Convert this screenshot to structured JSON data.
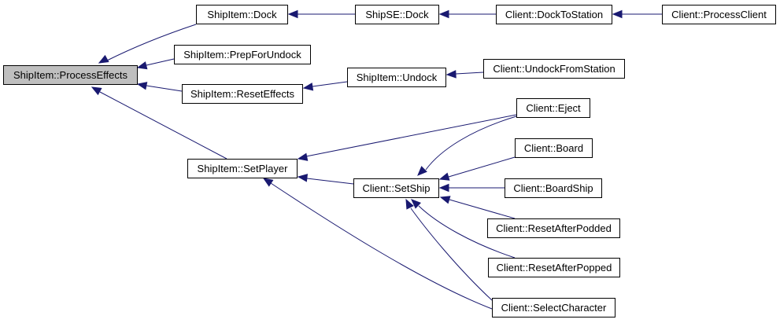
{
  "graph": {
    "node_labels": {
      "process_effects": "ShipItem::ProcessEffects",
      "dock": "ShipItem::Dock",
      "prep_for_undock": "ShipItem::PrepForUndock",
      "reset_effects": "ShipItem::ResetEffects",
      "set_player": "ShipItem::SetPlayer",
      "shipse_dock": "ShipSE::Dock",
      "dock_to_station": "Client::DockToStation",
      "process_client": "Client::ProcessClient",
      "undock": "ShipItem::Undock",
      "undock_from_station": "Client::UndockFromStation",
      "set_ship": "Client::SetShip",
      "eject": "Client::Eject",
      "board": "Client::Board",
      "board_ship": "Client::BoardShip",
      "reset_after_podded": "Client::ResetAfterPodded",
      "reset_after_popped": "Client::ResetAfterPopped",
      "select_character": "Client::SelectCharacter"
    },
    "colors": {
      "edge": "#191970",
      "root_fill": "#bfbfbf",
      "node_fill": "#ffffff",
      "border": "#000000"
    }
  }
}
